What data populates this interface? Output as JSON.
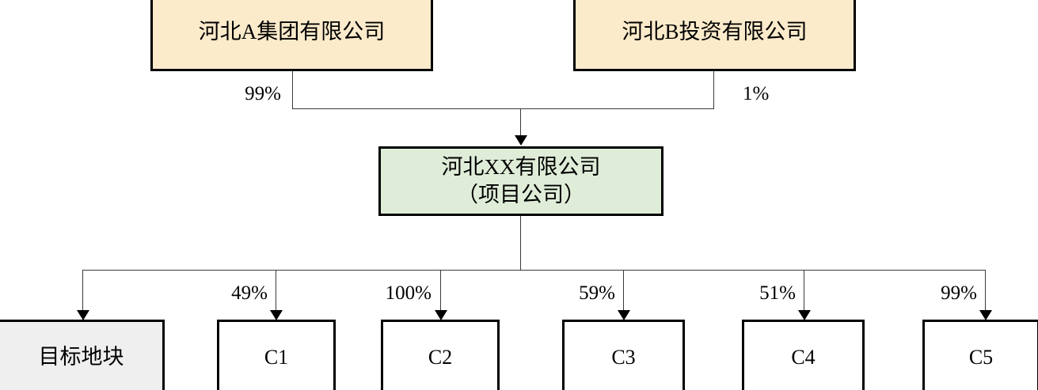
{
  "diagram": {
    "type": "org-equity-structure",
    "colors": {
      "shareholder_fill": "#FCEBCB",
      "project_company_fill": "#DFEDD8",
      "target_parcel_fill": "#EFEFEF",
      "subsidiary_fill": "#FFFFFF",
      "border": "#000000",
      "connector": "#3A3A3A",
      "background": "#FFFFFF"
    },
    "shareholders": [
      {
        "id": "A",
        "label": "河北A集团有限公司",
        "ownership": "99%"
      },
      {
        "id": "B",
        "label": "河北B投资有限公司",
        "ownership": "1%"
      }
    ],
    "project_company": {
      "id": "project",
      "line1": "河北XX有限公司",
      "line2": "（项目公司）",
      "label": "河北XX有限公司\n（项目公司）"
    },
    "holdings": [
      {
        "id": "target",
        "label": "目标地块",
        "ownership": ""
      },
      {
        "id": "c1",
        "label": "C1",
        "ownership": "49%"
      },
      {
        "id": "c2",
        "label": "C2",
        "ownership": "100%"
      },
      {
        "id": "c3",
        "label": "C3",
        "ownership": "59%"
      },
      {
        "id": "c4",
        "label": "C4",
        "ownership": "51%"
      },
      {
        "id": "c5",
        "label": "C5",
        "ownership": "99%"
      }
    ]
  }
}
